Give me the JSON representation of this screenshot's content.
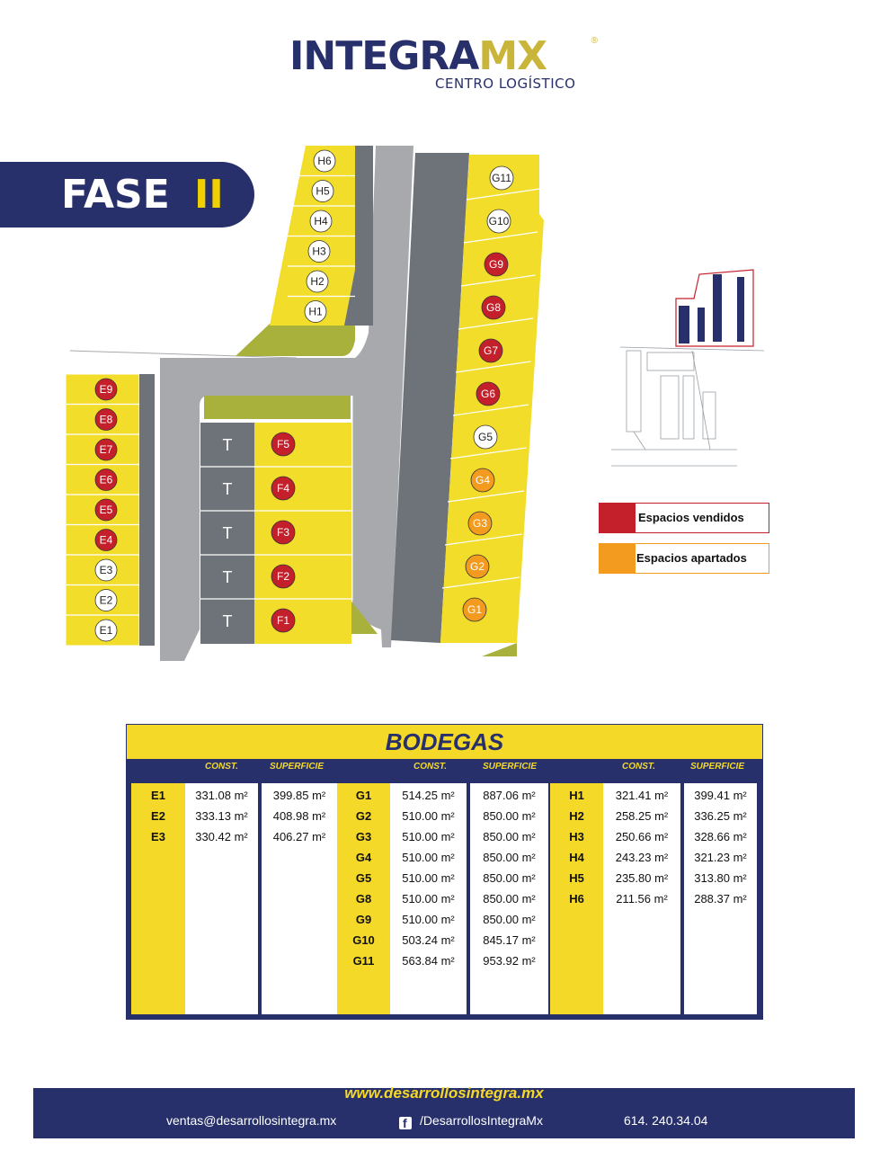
{
  "logo": {
    "brand_a": "IN",
    "brand_b": "TE",
    "brand_c": "GRA",
    "brand_d": "MX",
    "registered": "®",
    "subtitle": "CENTRO LOGÍSTICO"
  },
  "banner": {
    "fase": "FASE",
    "numeral": "II"
  },
  "colors": {
    "navy": "#27306b",
    "yellow": "#f5d928",
    "lot_yellow": "#f3dd2b",
    "road": "#a7a9ac",
    "dark_lot": "#6d7378",
    "green": "#a7b13c",
    "sold": "#c3202b",
    "reserved": "#f39b1e"
  },
  "map": {
    "lots_e": [
      {
        "label": "E9",
        "status": "sold"
      },
      {
        "label": "E8",
        "status": "sold"
      },
      {
        "label": "E7",
        "status": "sold"
      },
      {
        "label": "E6",
        "status": "sold"
      },
      {
        "label": "E5",
        "status": "sold"
      },
      {
        "label": "E4",
        "status": "sold"
      },
      {
        "label": "E3",
        "status": "available"
      },
      {
        "label": "E2",
        "status": "available"
      },
      {
        "label": "E1",
        "status": "available"
      }
    ],
    "lots_f": [
      {
        "label": "F5",
        "status": "sold"
      },
      {
        "label": "F4",
        "status": "sold"
      },
      {
        "label": "F3",
        "status": "sold"
      },
      {
        "label": "F2",
        "status": "sold"
      },
      {
        "label": "F1",
        "status": "sold"
      }
    ],
    "t_label": "T",
    "lots_h": [
      {
        "label": "H6",
        "status": "available"
      },
      {
        "label": "H5",
        "status": "available"
      },
      {
        "label": "H4",
        "status": "available"
      },
      {
        "label": "H3",
        "status": "available"
      },
      {
        "label": "H2",
        "status": "available"
      },
      {
        "label": "H1",
        "status": "available"
      }
    ],
    "lots_g": [
      {
        "label": "G11",
        "status": "available"
      },
      {
        "label": "G10",
        "status": "available"
      },
      {
        "label": "G9",
        "status": "sold"
      },
      {
        "label": "G8",
        "status": "sold"
      },
      {
        "label": "G7",
        "status": "sold"
      },
      {
        "label": "G6",
        "status": "sold"
      },
      {
        "label": "G5",
        "status": "available"
      },
      {
        "label": "G4",
        "status": "reserved"
      },
      {
        "label": "G3",
        "status": "reserved"
      },
      {
        "label": "G2",
        "status": "reserved"
      },
      {
        "label": "G1",
        "status": "reserved"
      }
    ]
  },
  "legend": {
    "sold": "Espacios vendidos",
    "reserved": "Espacios apartados"
  },
  "table": {
    "title": "BODEGAS",
    "const_label": "CONST.",
    "sup_label": "SUPERFICIE",
    "groups": [
      {
        "rows": [
          {
            "code": "E1",
            "const": "331.08 m²",
            "sup": "399.85 m²"
          },
          {
            "code": "E2",
            "const": "333.13 m²",
            "sup": "408.98 m²"
          },
          {
            "code": "E3",
            "const": "330.42 m²",
            "sup": "406.27 m²"
          }
        ]
      },
      {
        "rows": [
          {
            "code": "G1",
            "const": "514.25 m²",
            "sup": "887.06 m²"
          },
          {
            "code": "G2",
            "const": "510.00 m²",
            "sup": "850.00 m²"
          },
          {
            "code": "G3",
            "const": "510.00 m²",
            "sup": "850.00 m²"
          },
          {
            "code": "G4",
            "const": "510.00 m²",
            "sup": "850.00 m²"
          },
          {
            "code": "G5",
            "const": "510.00 m²",
            "sup": "850.00 m²"
          },
          {
            "code": "G8",
            "const": "510.00 m²",
            "sup": "850.00 m²"
          },
          {
            "code": "G9",
            "const": "510.00 m²",
            "sup": "850.00 m²"
          },
          {
            "code": "G10",
            "const": "503.24 m²",
            "sup": "845.17 m²"
          },
          {
            "code": "G11",
            "const": "563.84 m²",
            "sup": "953.92 m²"
          }
        ]
      },
      {
        "rows": [
          {
            "code": "H1",
            "const": "321.41 m²",
            "sup": "399.41 m²"
          },
          {
            "code": "H2",
            "const": "258.25 m²",
            "sup": "336.25 m²"
          },
          {
            "code": "H3",
            "const": "250.66 m²",
            "sup": "328.66 m²"
          },
          {
            "code": "H4",
            "const": "243.23 m²",
            "sup": "321.23 m²"
          },
          {
            "code": "H5",
            "const": "235.80 m²",
            "sup": "313.80 m²"
          },
          {
            "code": "H6",
            "const": "211.56 m²",
            "sup": "288.37 m²"
          }
        ]
      }
    ]
  },
  "footer": {
    "website": "www.desarrollosintegra.mx",
    "email": "ventas@desarrollosintegra.mx",
    "facebook": "/DesarrollosIntegraMx",
    "facebook_glyph": "f",
    "phone": "614. 240.34.04"
  }
}
